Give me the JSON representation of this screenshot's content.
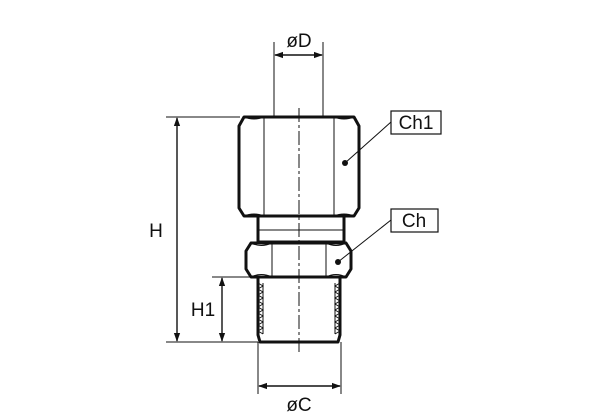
{
  "dimensions": {
    "diameter_d": "øD",
    "diameter_c": "øC",
    "height_total": "H",
    "height_thread": "H1"
  },
  "callouts": {
    "upper_hex": "Ch1",
    "lower_hex": "Ch"
  },
  "colors": {
    "line": "#111111",
    "background": "#ffffff"
  }
}
